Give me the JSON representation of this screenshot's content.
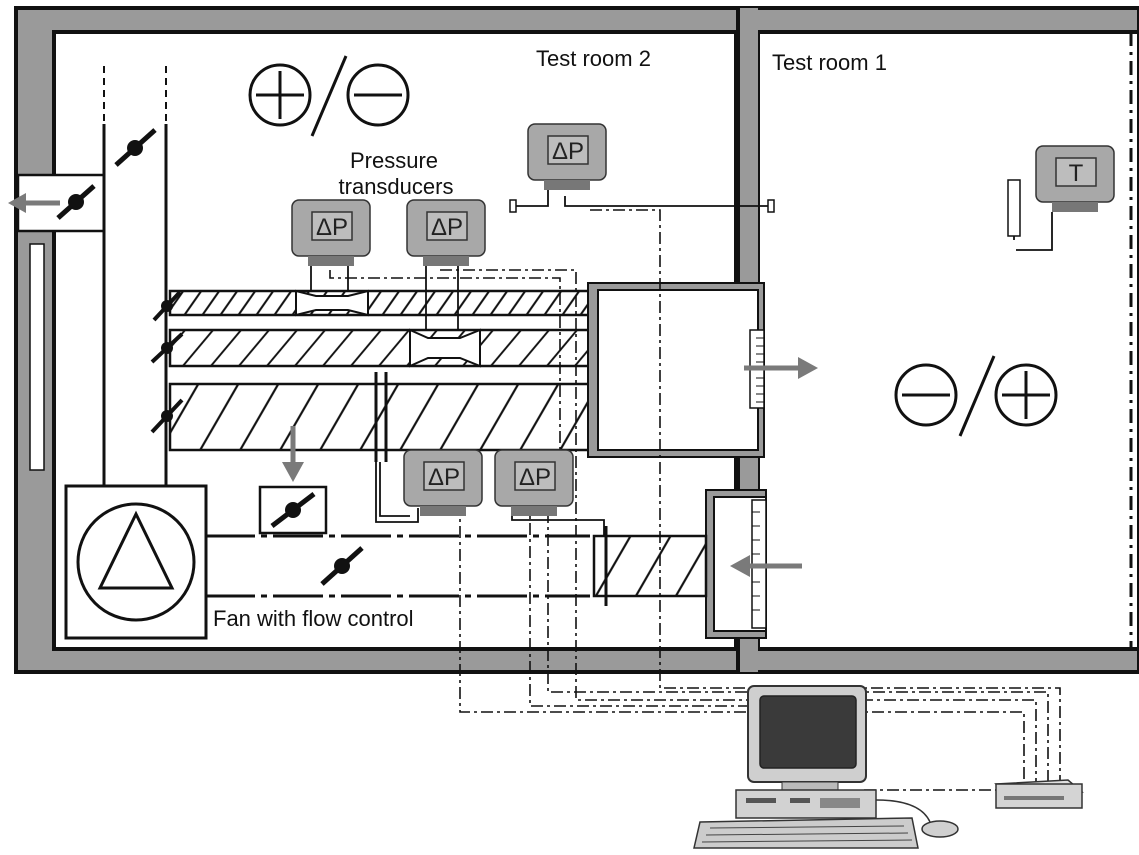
{
  "labels": {
    "test_room_2": "Test room 2",
    "test_room_1": "Test room 1",
    "pressure_line1": "Pressure",
    "pressure_line2": "transducers",
    "fan": "Fan with flow control"
  },
  "devices": {
    "delta_p": "ΔP",
    "temperature": "T"
  },
  "colors": {
    "wall": "#9a9a9a",
    "line": "#111111",
    "device": "#a8a8a8",
    "arrow": "#7a7a7a"
  },
  "icons": [
    "plus-circle-icon",
    "minus-circle-icon",
    "fan-triangle-icon",
    "damper-icon",
    "flow-arrow-icon",
    "computer-icon",
    "data-logger-icon"
  ]
}
